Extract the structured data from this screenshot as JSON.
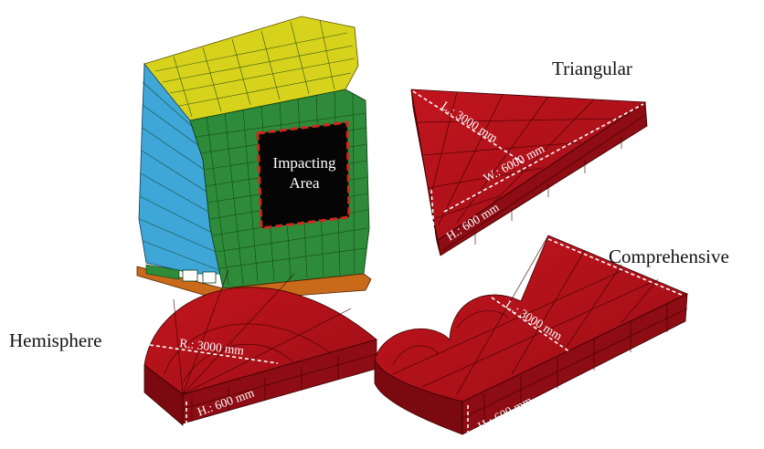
{
  "labels": {
    "triangular": "Triangular",
    "hemisphere": "Hemisphere",
    "comprehensive": "Comprehensive"
  },
  "impact_area": {
    "line1": "Impacting",
    "line2": "Area"
  },
  "triangular": {
    "length": "L.: 3000 mm",
    "width": "W.: 6000 mm",
    "height": "H.: 600 mm"
  },
  "hemisphere": {
    "radius": "R.: 3000 mm",
    "height": "H.: 600 mm"
  },
  "comprehensive": {
    "length": "L.: 3000 mm",
    "height": "H.: 600 mm"
  },
  "colors": {
    "indenter_red": "#b0111a",
    "hull_green": "#2e8b3a",
    "deck_yellow": "#d7d21c",
    "frame_blue": "#3fa6d8",
    "bottom_orange": "#c86a1a",
    "impact_black": "#050505",
    "impact_border": "#cc2a1e"
  }
}
